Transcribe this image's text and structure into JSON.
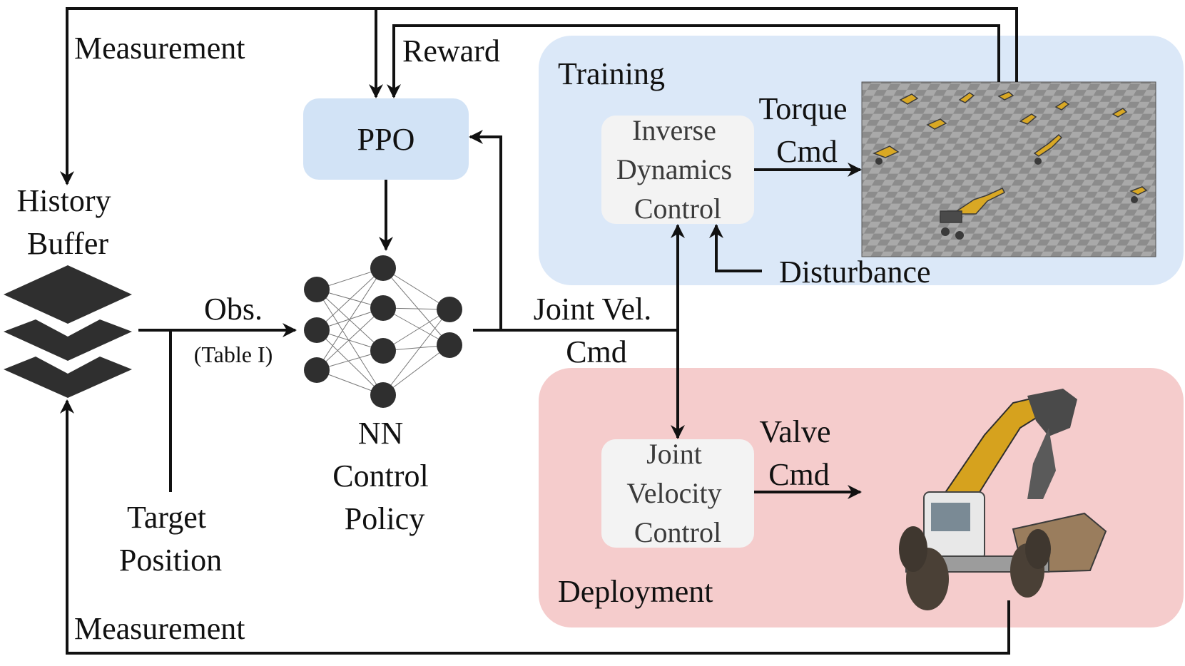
{
  "labels": {
    "measurement_top": "Measurement",
    "measurement_bottom": "Measurement",
    "reward": "Reward",
    "ppo": "PPO",
    "training": "Training",
    "deployment": "Deployment",
    "history_buffer": [
      "History",
      "Buffer"
    ],
    "obs": "Obs.",
    "obs_ref": "(Table I)",
    "target_position": [
      "Target",
      "Position"
    ],
    "nn_policy": [
      "NN",
      "Control",
      "Policy"
    ],
    "joint_vel_cmd": [
      "Joint Vel.",
      "Cmd"
    ],
    "inverse_dynamics": [
      "Inverse",
      "Dynamics",
      "Control"
    ],
    "torque_cmd": [
      "Torque",
      "Cmd"
    ],
    "disturbance": "Disturbance",
    "joint_velocity_control": [
      "Joint",
      "Velocity",
      "Control"
    ],
    "valve_cmd": [
      "Valve",
      "Cmd"
    ]
  },
  "colors": {
    "training_panel": "#dbe8f8",
    "deployment_panel": "#f5cccc",
    "ppo_box": "#d2e3f6",
    "controller_box": "#f3f3f3",
    "wire": "#111111"
  },
  "icons": {
    "history_buffer": "stacked-layers-icon",
    "simulation": "simulated-excavators-image",
    "real_robot": "walking-excavator-photo"
  }
}
